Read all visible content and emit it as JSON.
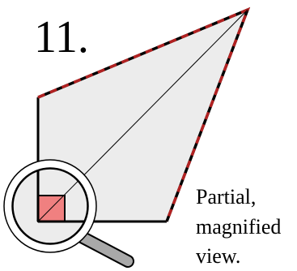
{
  "figure": {
    "number": "11.",
    "caption_lines": [
      "Partial,",
      "magnified",
      "view."
    ]
  },
  "colors": {
    "background": "#ffffff",
    "shape_fill": "#ececec",
    "outline": "#000000",
    "dash_accent": "#b22222",
    "square_fill": "#f08080",
    "lens_ring": "#ffffff",
    "handle": "#a9a9a9"
  },
  "icons": {
    "magnifier": "magnifying-glass-icon"
  }
}
